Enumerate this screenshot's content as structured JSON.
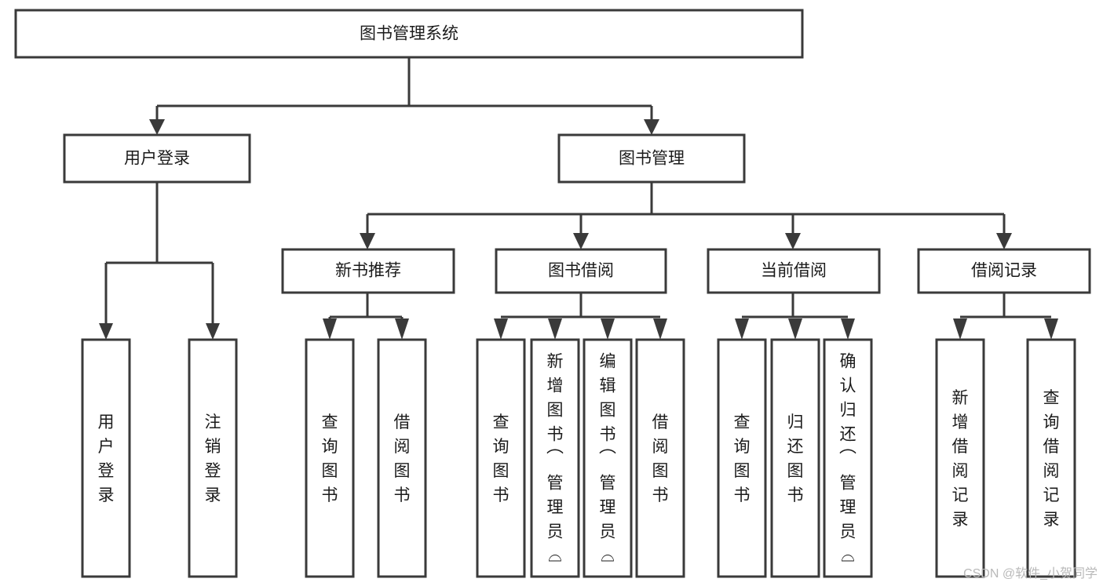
{
  "diagram": {
    "title": "图书管理系统",
    "type": "hierarchy-tree",
    "orientation": "top-down",
    "levels": 4,
    "colors": {
      "box_stroke": "#3a3a3a",
      "box_fill": "#ffffff",
      "connector": "#3a3a3a",
      "text": "#1b1b1b",
      "background": "#ffffff",
      "watermark": "#b9b9b9"
    },
    "root": {
      "id": "root",
      "label": "图书管理系统",
      "orientation": "horizontal"
    },
    "level2": [
      {
        "id": "user-login",
        "label": "用户登录",
        "orientation": "horizontal"
      },
      {
        "id": "book-manage",
        "label": "图书管理",
        "orientation": "horizontal"
      }
    ],
    "level3": [
      {
        "id": "new-book-recommend",
        "label": "新书推荐",
        "orientation": "horizontal",
        "parent": "book-manage"
      },
      {
        "id": "book-borrow",
        "label": "图书借阅",
        "orientation": "horizontal",
        "parent": "book-manage"
      },
      {
        "id": "current-borrow",
        "label": "当前借阅",
        "orientation": "horizontal",
        "parent": "book-manage"
      },
      {
        "id": "borrow-record",
        "label": "借阅记录",
        "orientation": "horizontal",
        "parent": "book-manage"
      }
    ],
    "leaves": [
      {
        "id": "leaf-user-login",
        "label": "用户登录",
        "parent": "user-login",
        "orientation": "vertical"
      },
      {
        "id": "leaf-logout-login",
        "label": "注销登录",
        "parent": "user-login",
        "orientation": "vertical"
      },
      {
        "id": "leaf-query-book-1",
        "label": "查询图书",
        "parent": "new-book-recommend",
        "orientation": "vertical"
      },
      {
        "id": "leaf-borrow-book-1",
        "label": "借阅图书",
        "parent": "new-book-recommend",
        "orientation": "vertical"
      },
      {
        "id": "leaf-query-book-2",
        "label": "查询图书",
        "parent": "book-borrow",
        "orientation": "vertical"
      },
      {
        "id": "leaf-add-book",
        "label": "新增图书（管理员）",
        "parent": "book-borrow",
        "orientation": "vertical"
      },
      {
        "id": "leaf-edit-book",
        "label": "编辑图书（管理员）",
        "parent": "book-borrow",
        "orientation": "vertical"
      },
      {
        "id": "leaf-borrow-book-2",
        "label": "借阅图书",
        "parent": "book-borrow",
        "orientation": "vertical"
      },
      {
        "id": "leaf-query-book-3",
        "label": "查询图书",
        "parent": "current-borrow",
        "orientation": "vertical"
      },
      {
        "id": "leaf-return-book",
        "label": "归还图书",
        "parent": "current-borrow",
        "orientation": "vertical"
      },
      {
        "id": "leaf-confirm-return",
        "label": "确认归还（管理员）",
        "parent": "current-borrow",
        "orientation": "vertical"
      },
      {
        "id": "leaf-add-record",
        "label": "新增借阅记录",
        "parent": "borrow-record",
        "orientation": "vertical"
      },
      {
        "id": "leaf-query-record",
        "label": "查询借阅记录",
        "parent": "borrow-record",
        "orientation": "vertical"
      }
    ],
    "watermark": "CSDN @软件_小贺同学"
  }
}
